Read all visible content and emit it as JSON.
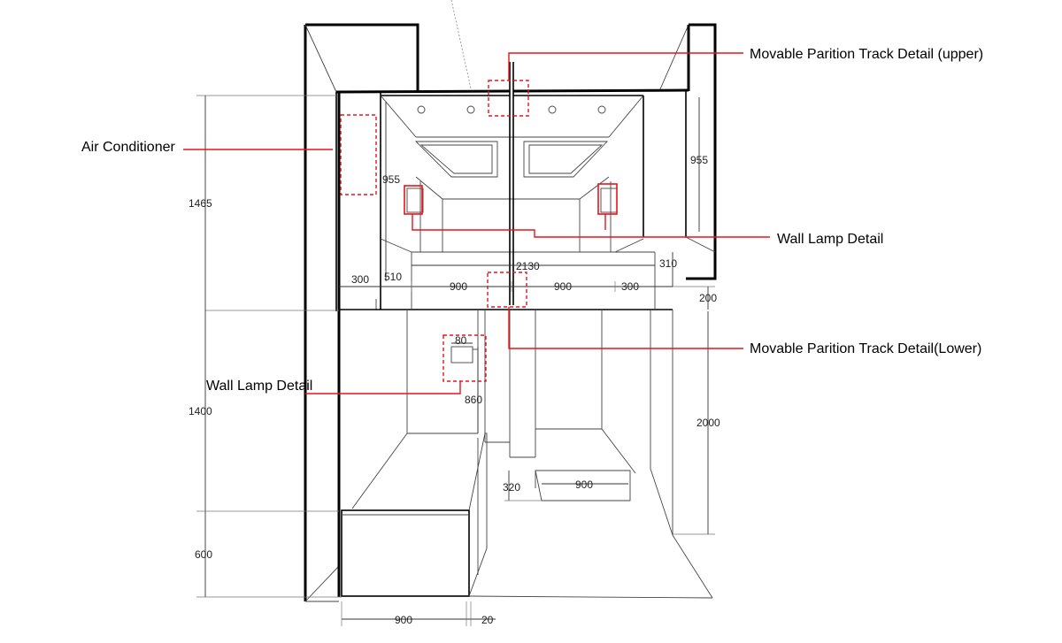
{
  "callouts": {
    "track_upper": "Movable Parition Track Detail (upper)",
    "air_conditioner": "Air  Conditioner",
    "wall_lamp_right": "Wall Lamp Detail",
    "track_lower": "Movable Parition Track Detail(Lower)",
    "wall_lamp_left": "Wall Lamp Detail"
  },
  "dimensions": {
    "left_1465": "1465",
    "left_1400": "1400",
    "left_600": "600",
    "inner_955_left": "955",
    "right_955": "955",
    "overall_2130": "2130",
    "d_300_left": "300",
    "d_510": "510",
    "d_900_a": "900",
    "d_900_b": "900",
    "d_300_right": "300",
    "d_310": "310",
    "d_200": "200",
    "d_80": "80",
    "d_860": "860",
    "d_2000": "2000",
    "d_320": "320",
    "d_900_bench": "900",
    "d_900_bottom": "900",
    "d_20": "20"
  },
  "colors": {
    "callout_line": "#e8141b",
    "drawing_line": "#000000"
  }
}
